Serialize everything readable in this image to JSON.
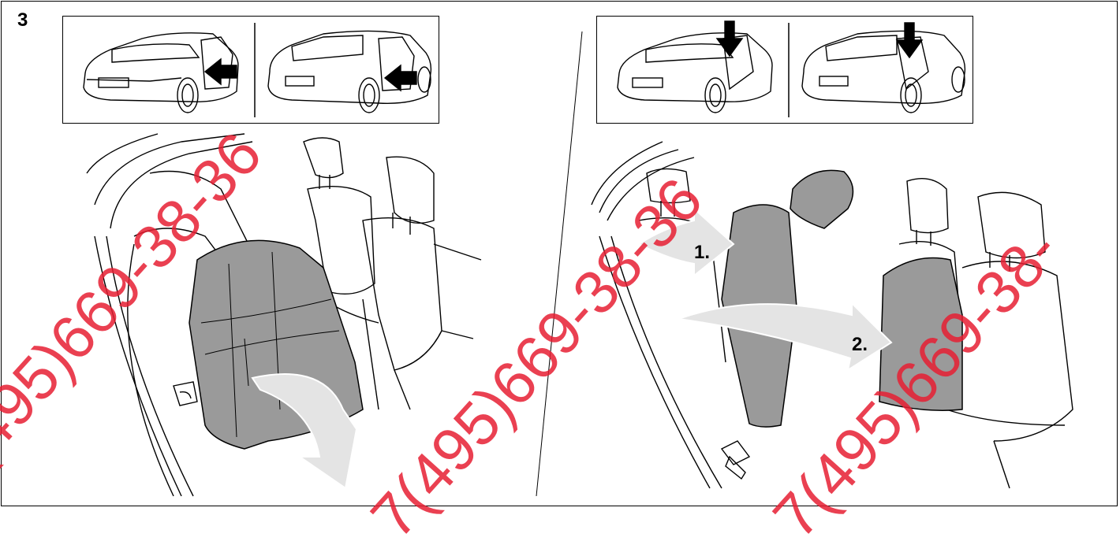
{
  "step": {
    "number": "3"
  },
  "left_panel": {
    "thumbnails": [
      {
        "icon": "sedan-rear-door-open-arrow-icon"
      },
      {
        "icon": "wagon-rear-door-open-arrow-icon"
      }
    ],
    "illustration": {
      "icon": "rear-seat-cushion-fold-forward-icon"
    }
  },
  "right_panel": {
    "thumbnails": [
      {
        "icon": "sedan-rear-door-down-arrow-icon"
      },
      {
        "icon": "wagon-rear-door-down-arrow-icon"
      }
    ],
    "illustration": {
      "icon": "rear-backrest-fold-forward-icon"
    },
    "steps": [
      {
        "label": "1."
      },
      {
        "label": "2."
      }
    ]
  },
  "watermarks": [
    {
      "text": "(495)669-38-36"
    },
    {
      "text": "7(495)669-38-36"
    },
    {
      "text": "7(495)669-38-"
    }
  ],
  "colors": {
    "seat_fill": "#9a9a9a",
    "arrow_fill": "#e4e4e4",
    "watermark": "#e61e32"
  }
}
